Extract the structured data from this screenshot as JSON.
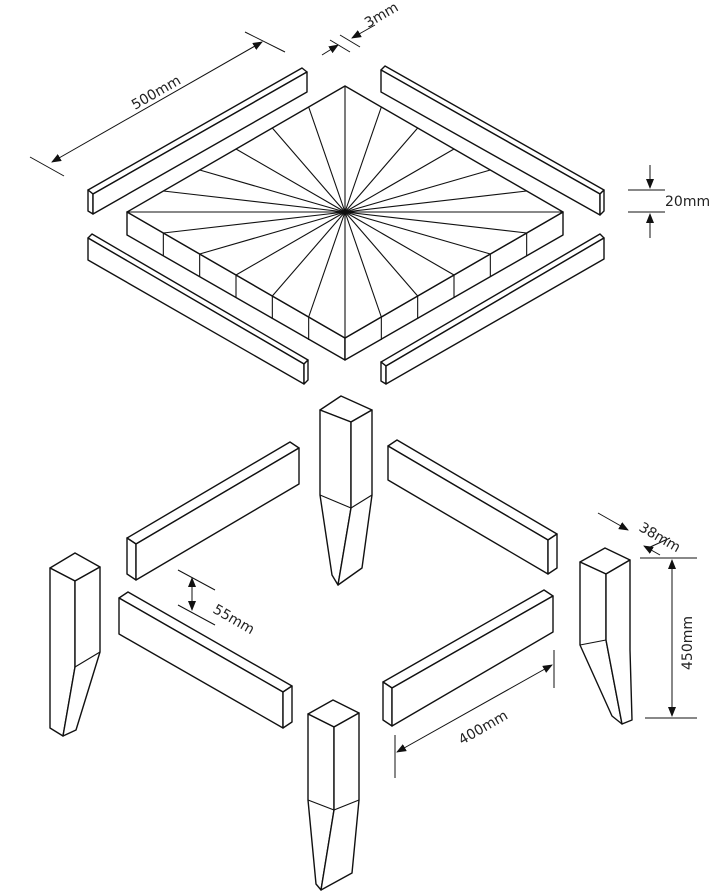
{
  "dimensions": {
    "top_length": "500mm",
    "gap": "3mm",
    "top_thickness": "20mm",
    "leg_width": "38mm",
    "rail_height": "55mm",
    "leg_height": "450mm",
    "rail_length": "400mm"
  },
  "colors": {
    "line": "#111111",
    "background": "#ffffff"
  }
}
